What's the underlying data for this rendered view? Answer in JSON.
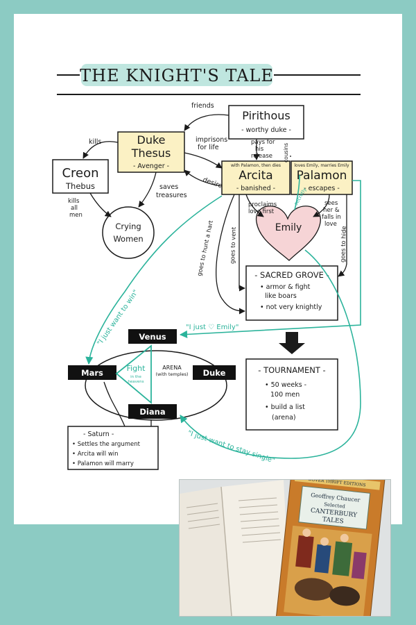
{
  "title": "THE KNIGHT'S TALE",
  "nodes": {
    "pirithous": {
      "name": "Pirithous",
      "desc": "- worthy duke -"
    },
    "theseus": {
      "name": "Duke\nThesus",
      "line1": "Duke",
      "line2": "Thesus",
      "desc": "- Avenger -"
    },
    "arcita": {
      "name": "Arcita",
      "note": "with Palamon, then dies",
      "desc": "- banished -"
    },
    "palamon": {
      "name": "Palamon",
      "note": "loves Emily, marries Emily",
      "desc": "- escapes -"
    },
    "creon": {
      "name": "Creon",
      "desc": "Thebus"
    },
    "crying_women": {
      "line1": "Crying",
      "line2": "Women"
    },
    "emily": {
      "name": "Emily"
    },
    "sacred_grove": {
      "title": "- SACRED GROVE -",
      "items": [
        "armor & fight",
        "like boars",
        "not very knightly"
      ]
    },
    "tournament": {
      "title": "- TOURNAMENT -",
      "items": [
        "50 weeks -",
        "100 men",
        "build a list",
        "(arena)"
      ]
    },
    "venus": {
      "name": "Venus"
    },
    "mars": {
      "name": "Mars"
    },
    "duke": {
      "name": "Duke"
    },
    "diana": {
      "name": "Diana"
    },
    "fight": {
      "label": "Fight",
      "sub1": "in the",
      "sub2": "heavens"
    },
    "arena": {
      "line1": "ARENA",
      "line2": "(with temples)"
    },
    "saturn": {
      "title": "- Saturn -",
      "items": [
        "Settles the argument",
        "Arcita will win",
        "Palamon will marry"
      ]
    }
  },
  "edge_labels": {
    "friends": "friends",
    "kills": "kills",
    "imprisons1": "imprisons",
    "imprisons2": "for life",
    "pays1": "pays for",
    "pays2": "his",
    "pays3": "release",
    "cousins": "cousins",
    "desire": "desire",
    "saves1": "saves",
    "saves2": "treasures",
    "kills_all1": "kills",
    "kills_all2": "all",
    "kills_all3": "men",
    "proclaims1": "proclaims",
    "proclaims2": "love first",
    "sees1": "sees",
    "sees2": "her &",
    "sees3": "falls in",
    "sees4": "love",
    "hunt": "goes to hunt a hart",
    "vent": "goes to vent",
    "hide": "goes to hide",
    "secretly": "secretly"
  },
  "quotes": {
    "mars": "\"I just want to win\"",
    "venus": "\"I just ♡ Emily\"",
    "diana": "\"I just want to stay single\""
  },
  "photo": {
    "author": "Geoffrey Chaucer",
    "selected": "Selected",
    "title1": "CANTERBURY",
    "title2": "TALES",
    "edition": "DOVER THRIFT EDITIONS"
  },
  "colors": {
    "background": "#8ccbc3",
    "box_yellow": "#fbf1c4",
    "accent_teal": "#2bb39b",
    "heart_pink": "#f6d4d6",
    "title_highlight": "#bfe6df",
    "label_black": "#111111"
  }
}
